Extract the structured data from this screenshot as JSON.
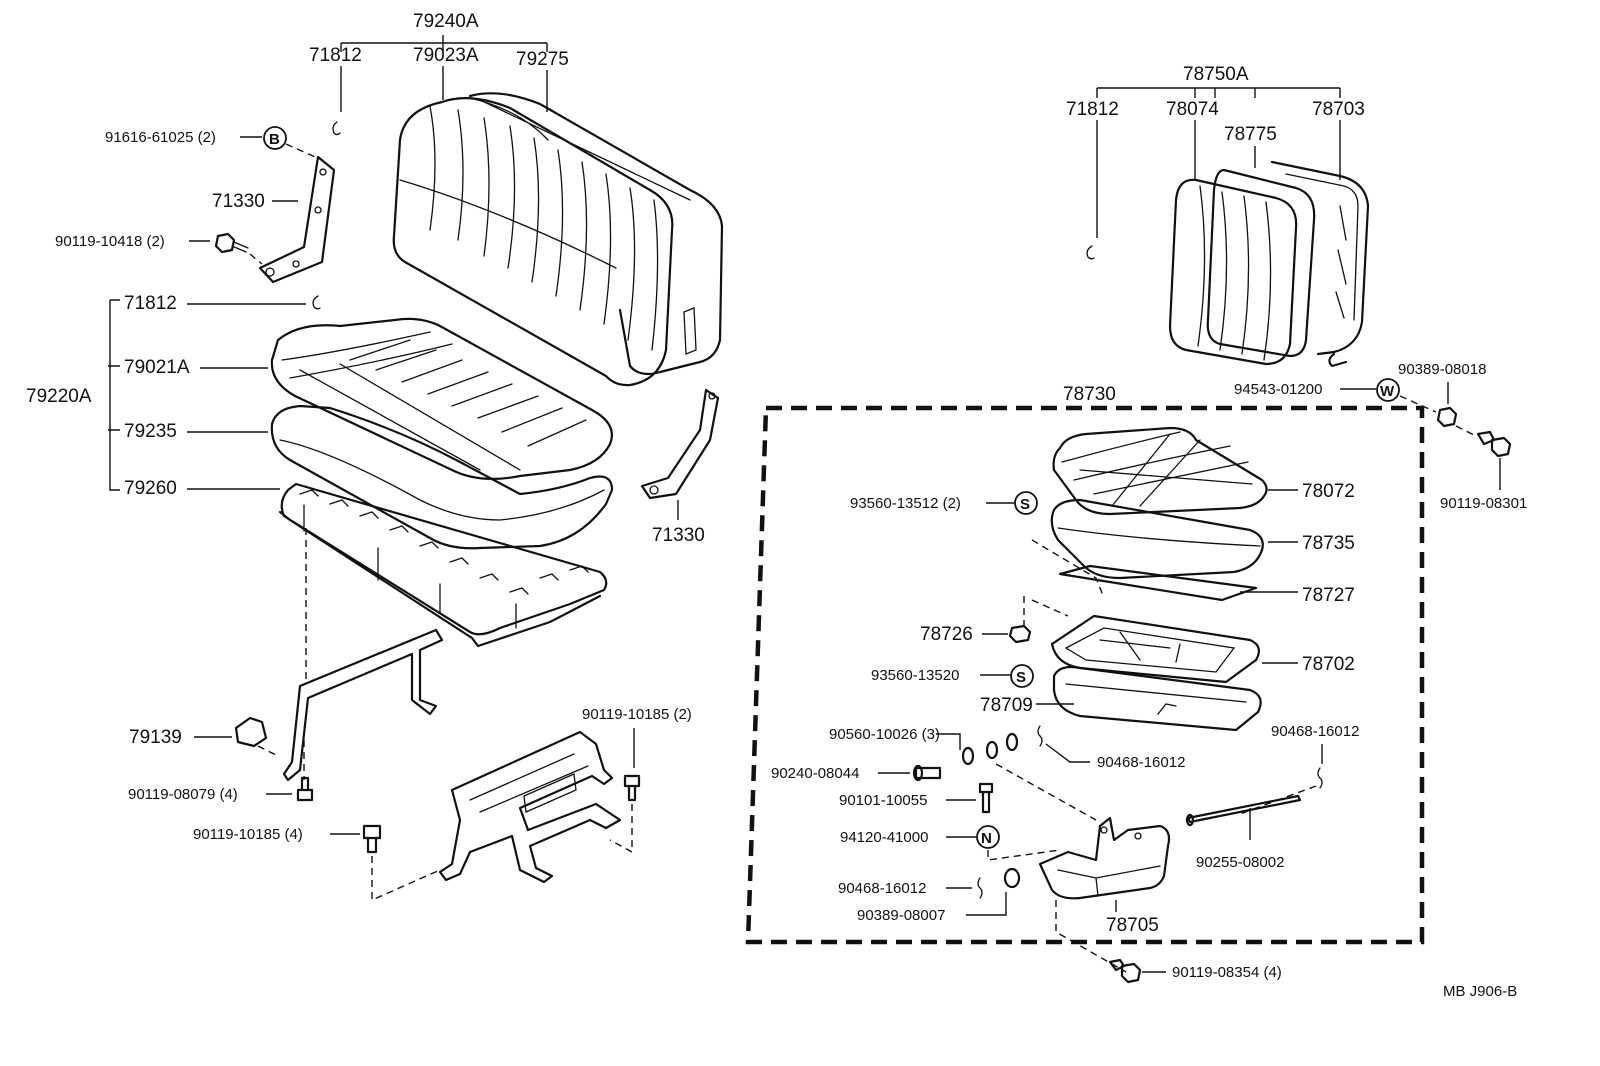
{
  "diagram_code": "MB  J906-B",
  "left_assembly": {
    "top_group": "79240A",
    "top_parts": [
      "71812",
      "79023A",
      "79275"
    ],
    "cushion_group": "79220A",
    "cushion_parts": [
      "71812",
      "79021A",
      "79235",
      "79260"
    ],
    "hinge_upper": "71330",
    "hinge_lower": "71330",
    "bolt_b": "91616-61025 (2)",
    "bolt_hinge": "90119-10418 (2)",
    "bracket": "79139",
    "bolt_leg_small": "90119-08079 (4)",
    "bolt_leg_large": "90119-10185 (4)",
    "bolt_frame": "90119-10185 (2)"
  },
  "right_assembly": {
    "back_group": "78750A",
    "back_parts": [
      "71812",
      "78074",
      "78775",
      "78703"
    ],
    "box_group": "78730",
    "w_washer": "94543-01200",
    "nut": "90389-08018",
    "bolt_back": "90119-08301",
    "parts": {
      "p78072": "78072",
      "p78735": "78735",
      "p78727": "78727",
      "p78726": "78726",
      "p78702": "78702",
      "p78709": "78709",
      "p78705": "78705",
      "s_upper": "93560-13512 (2)",
      "s_lower": "93560-13520",
      "washer_set": "90560-10026 (3)",
      "pin_clip_left": "90468-16012",
      "pin_clip_right": "90468-16012",
      "pin": "90240-08044",
      "bolt_small": "90101-10055",
      "n_nut": "94120-41000",
      "clip_lower": "90468-16012",
      "nut_lower": "90389-08007",
      "rod": "90255-08002",
      "bolt_bottom": "90119-08354 (4)"
    }
  },
  "circle_marks": {
    "b": "B",
    "s": "S",
    "w": "W",
    "n": "N"
  }
}
